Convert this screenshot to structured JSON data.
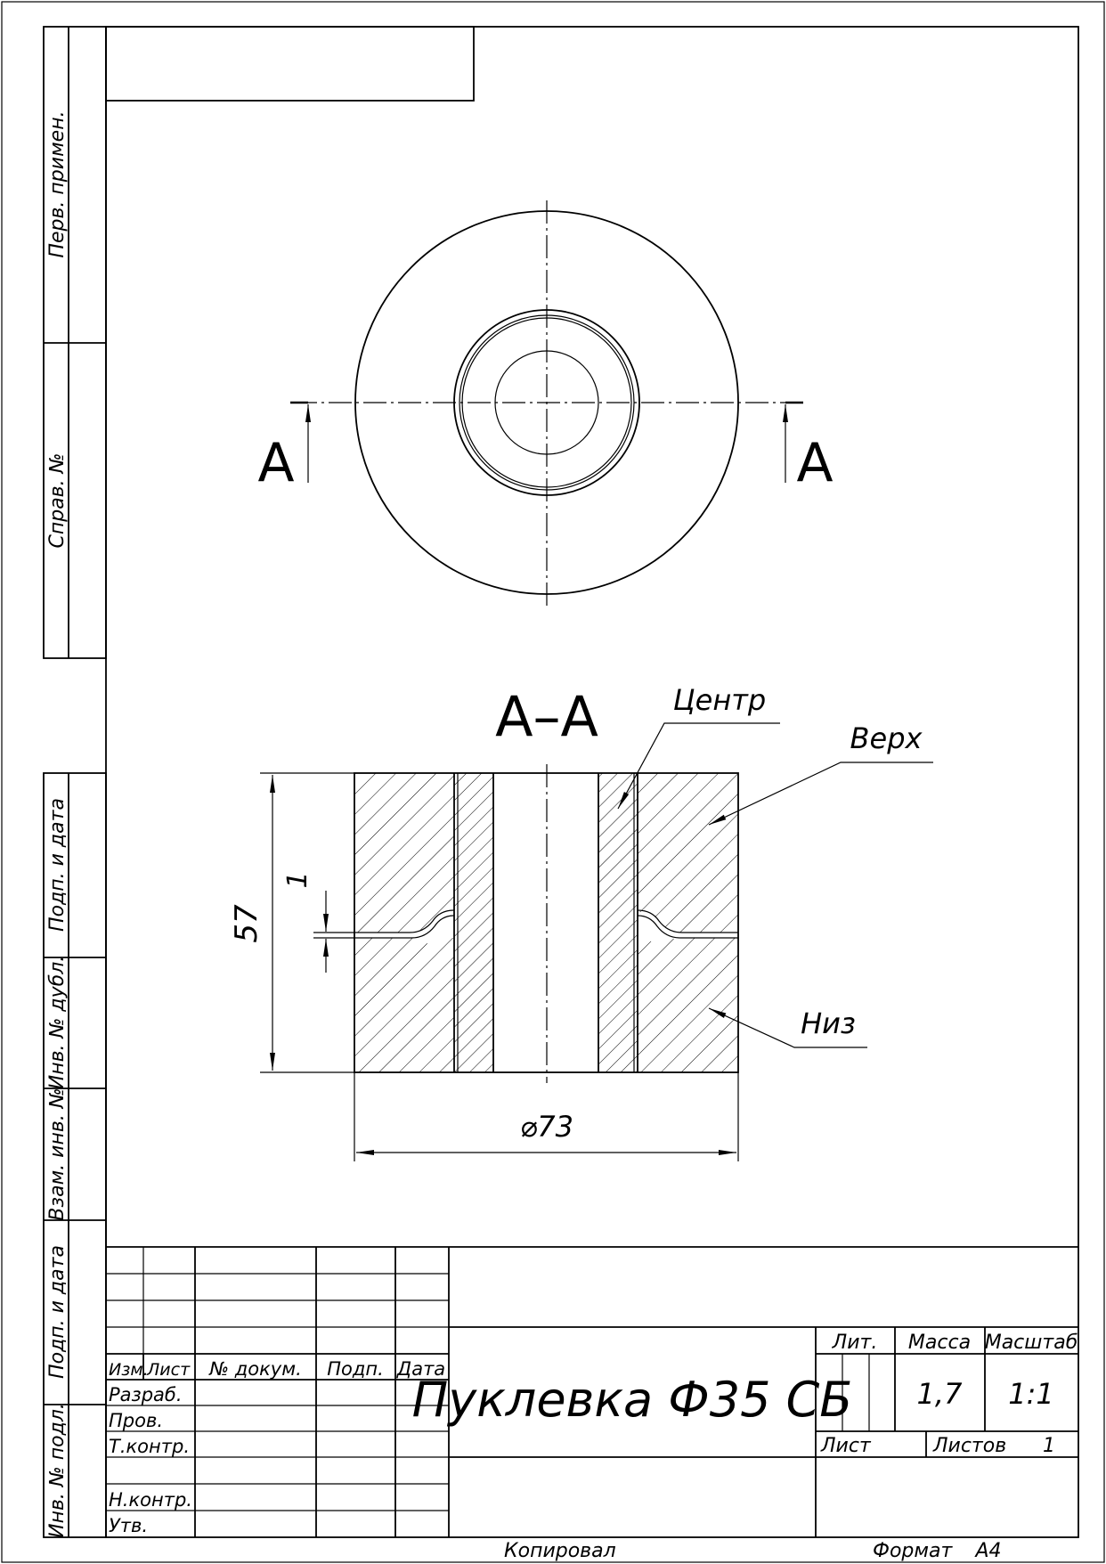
{
  "side_labels": {
    "perv_primen": "Перв. примен.",
    "sprav_no": "Справ. №",
    "podp_data_1": "Подп. и дата",
    "inv_dubl": "Инв. № дубл.",
    "vzam_inv": "Взам. инв. №",
    "podp_data_2": "Подп. и дата",
    "inv_podl": "Инв. № подл."
  },
  "views": {
    "section_mark_left": "А",
    "section_mark_right": "А",
    "section_title": "А–А"
  },
  "dimensions": {
    "height": "57",
    "gap": "1",
    "diameter": "⌀73"
  },
  "callouts": {
    "center": "Центр",
    "top": "Верх",
    "bottom": "Низ"
  },
  "title_block": {
    "headers": {
      "izm": "Изм.",
      "list": "Лист",
      "doc_no": "№ докум.",
      "podp": "Подп.",
      "data": "Дата"
    },
    "roles": {
      "razrab": "Разраб.",
      "prov": "Пров.",
      "tkontr": "Т.контр.",
      "nkontr": "Н.контр.",
      "utv": "Утв."
    },
    "designation": "Пуклевка Ф35 СБ",
    "lit_label": "Лит.",
    "mass_label": "Масса",
    "scale_label": "Масштаб",
    "mass_value": "1,7",
    "scale_value": "1:1",
    "sheet_label": "Лист",
    "sheets_label": "Листов",
    "sheets_value": "1"
  },
  "footer": {
    "copied": "Копировал",
    "format_label": "Формат",
    "format_value": "А4"
  }
}
